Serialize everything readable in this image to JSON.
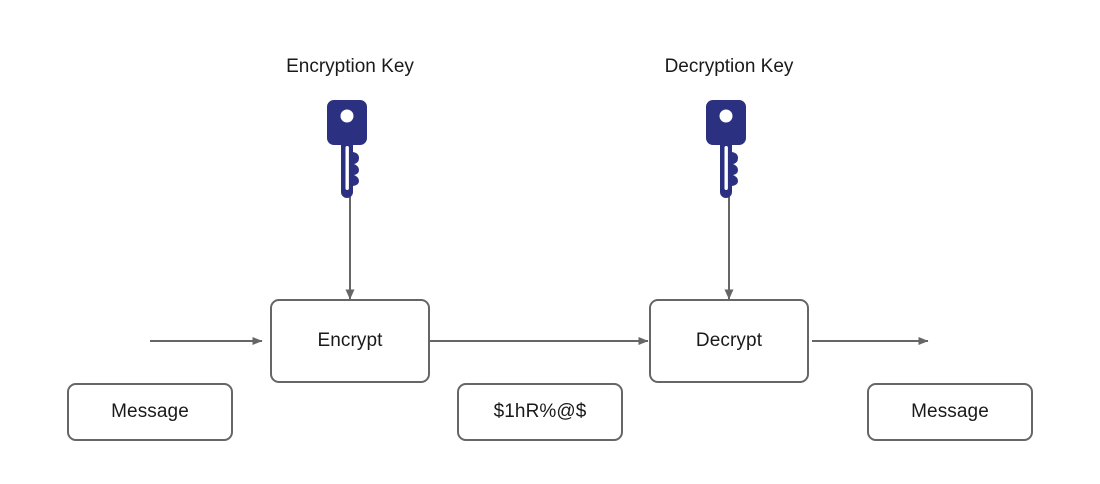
{
  "diagram": {
    "title": "symmetric-encryption-flow",
    "background_color": "#ffffff",
    "key_color": "#2b3180",
    "stroke_color": "#666666",
    "text_color": "#1a1a1a"
  },
  "labels": {
    "encryption_key": "Encryption Key",
    "decryption_key": "Decryption Key"
  },
  "nodes": {
    "message_in": "Message",
    "encrypt": "Encrypt",
    "ciphertext": "$1hR%@$",
    "decrypt": "Decrypt",
    "message_out": "Message"
  },
  "icons": {
    "encryption_key_icon": "key-icon",
    "decryption_key_icon": "key-icon"
  },
  "connectors": [
    {
      "name": "input-to-encrypt",
      "from": "message-in",
      "to": "encrypt",
      "direction": "right"
    },
    {
      "name": "encrypt-to-decrypt",
      "from": "encrypt",
      "to": "decrypt",
      "direction": "right"
    },
    {
      "name": "decrypt-to-output",
      "from": "decrypt",
      "to": "message-out",
      "direction": "right"
    },
    {
      "name": "encryption-key-to-encrypt",
      "from": "encryption-key",
      "to": "encrypt",
      "direction": "down"
    },
    {
      "name": "decryption-key-to-decrypt",
      "from": "decryption-key",
      "to": "decrypt",
      "direction": "down"
    }
  ]
}
